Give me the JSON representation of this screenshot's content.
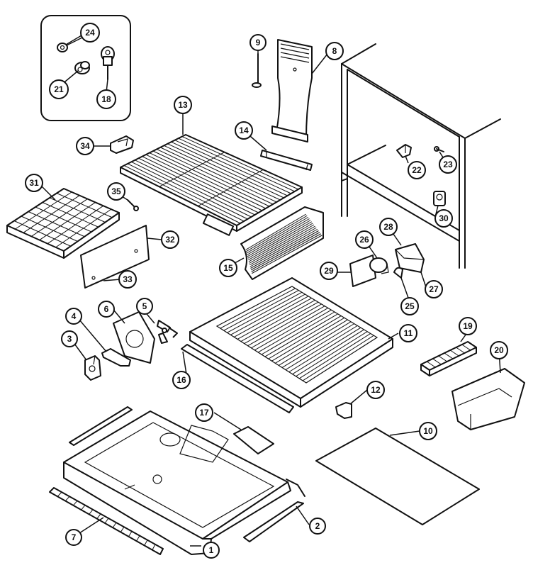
{
  "callouts": [
    {
      "id": "c1",
      "label": "1"
    },
    {
      "id": "c2",
      "label": "2"
    },
    {
      "id": "c3",
      "label": "3"
    },
    {
      "id": "c4",
      "label": "4"
    },
    {
      "id": "c5",
      "label": "5"
    },
    {
      "id": "c6",
      "label": "6"
    },
    {
      "id": "c7",
      "label": "7"
    },
    {
      "id": "c8",
      "label": "8"
    },
    {
      "id": "c9",
      "label": "9"
    },
    {
      "id": "c10",
      "label": "10"
    },
    {
      "id": "c11",
      "label": "11"
    },
    {
      "id": "c12",
      "label": "12"
    },
    {
      "id": "c13",
      "label": "13"
    },
    {
      "id": "c14",
      "label": "14"
    },
    {
      "id": "c15",
      "label": "15"
    },
    {
      "id": "c16",
      "label": "16"
    },
    {
      "id": "c17",
      "label": "17"
    },
    {
      "id": "c18",
      "label": "18"
    },
    {
      "id": "c19",
      "label": "19"
    },
    {
      "id": "c20",
      "label": "20"
    },
    {
      "id": "c21",
      "label": "21"
    },
    {
      "id": "c22",
      "label": "22"
    },
    {
      "id": "c23",
      "label": "23"
    },
    {
      "id": "c24",
      "label": "24"
    },
    {
      "id": "c25",
      "label": "25"
    },
    {
      "id": "c26",
      "label": "26"
    },
    {
      "id": "c27",
      "label": "27"
    },
    {
      "id": "c28",
      "label": "28"
    },
    {
      "id": "c29",
      "label": "29"
    },
    {
      "id": "c30",
      "label": "30"
    },
    {
      "id": "c31",
      "label": "31"
    },
    {
      "id": "c32",
      "label": "32"
    },
    {
      "id": "c33",
      "label": "33"
    },
    {
      "id": "c34",
      "label": "34"
    },
    {
      "id": "c35",
      "label": "35"
    }
  ]
}
